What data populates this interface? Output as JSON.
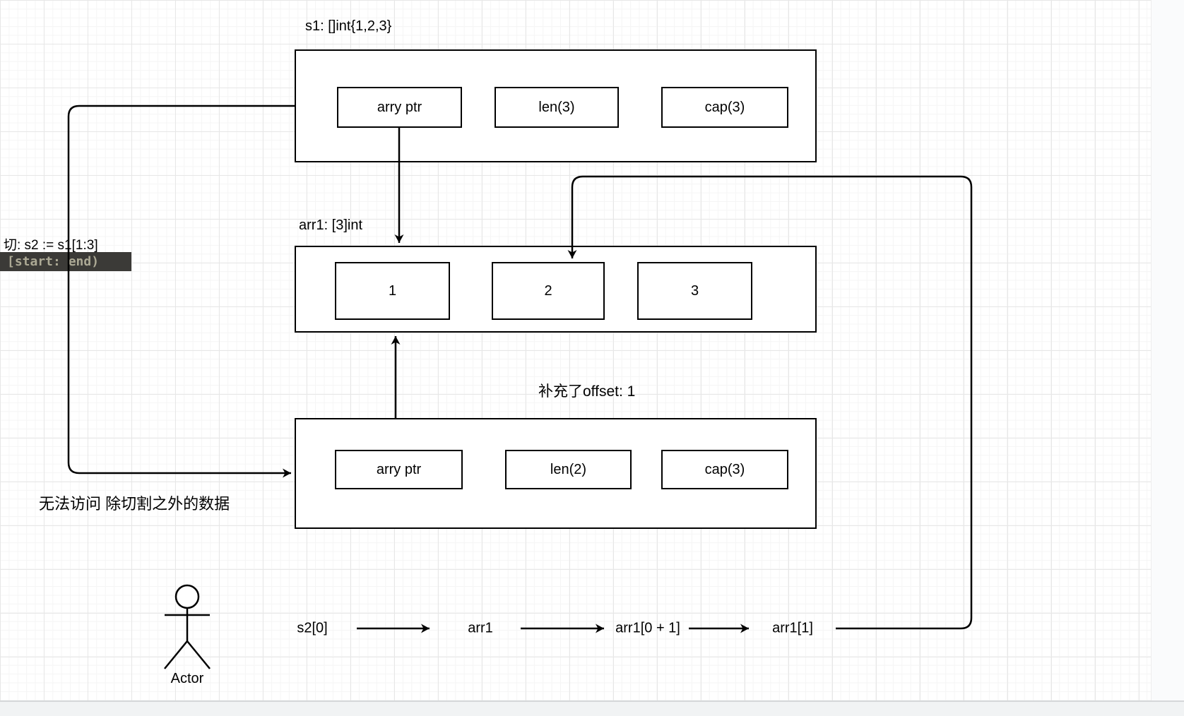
{
  "diagram": {
    "s1": {
      "title": "s1: []int{1,2,3}",
      "fields": [
        "arry ptr",
        "len(3)",
        "cap(3)"
      ]
    },
    "arr1": {
      "title": "arr1: [3]int",
      "cells": [
        "1",
        "2",
        "3"
      ]
    },
    "s2": {
      "note": "补充了offset: 1",
      "fields": [
        "arry ptr",
        "len(2)",
        "cap(3)"
      ]
    },
    "labels": {
      "slice_expr": "切: s2 := s1[1:3]",
      "interval_code": "[start: end)",
      "no_access": "无法访问 除切割之外的数据"
    },
    "flow": {
      "steps": [
        "s2[0]",
        "arr1",
        "arr1[0 + 1]",
        "arr1[1]"
      ]
    },
    "actor": {
      "label": "Actor"
    }
  },
  "colors": {
    "stroke": "#000000",
    "code_bg": "#3b3a37",
    "code_text": "#aca995",
    "grid_major": "#e7e7e7",
    "grid_minor": "#f5f5f5"
  }
}
